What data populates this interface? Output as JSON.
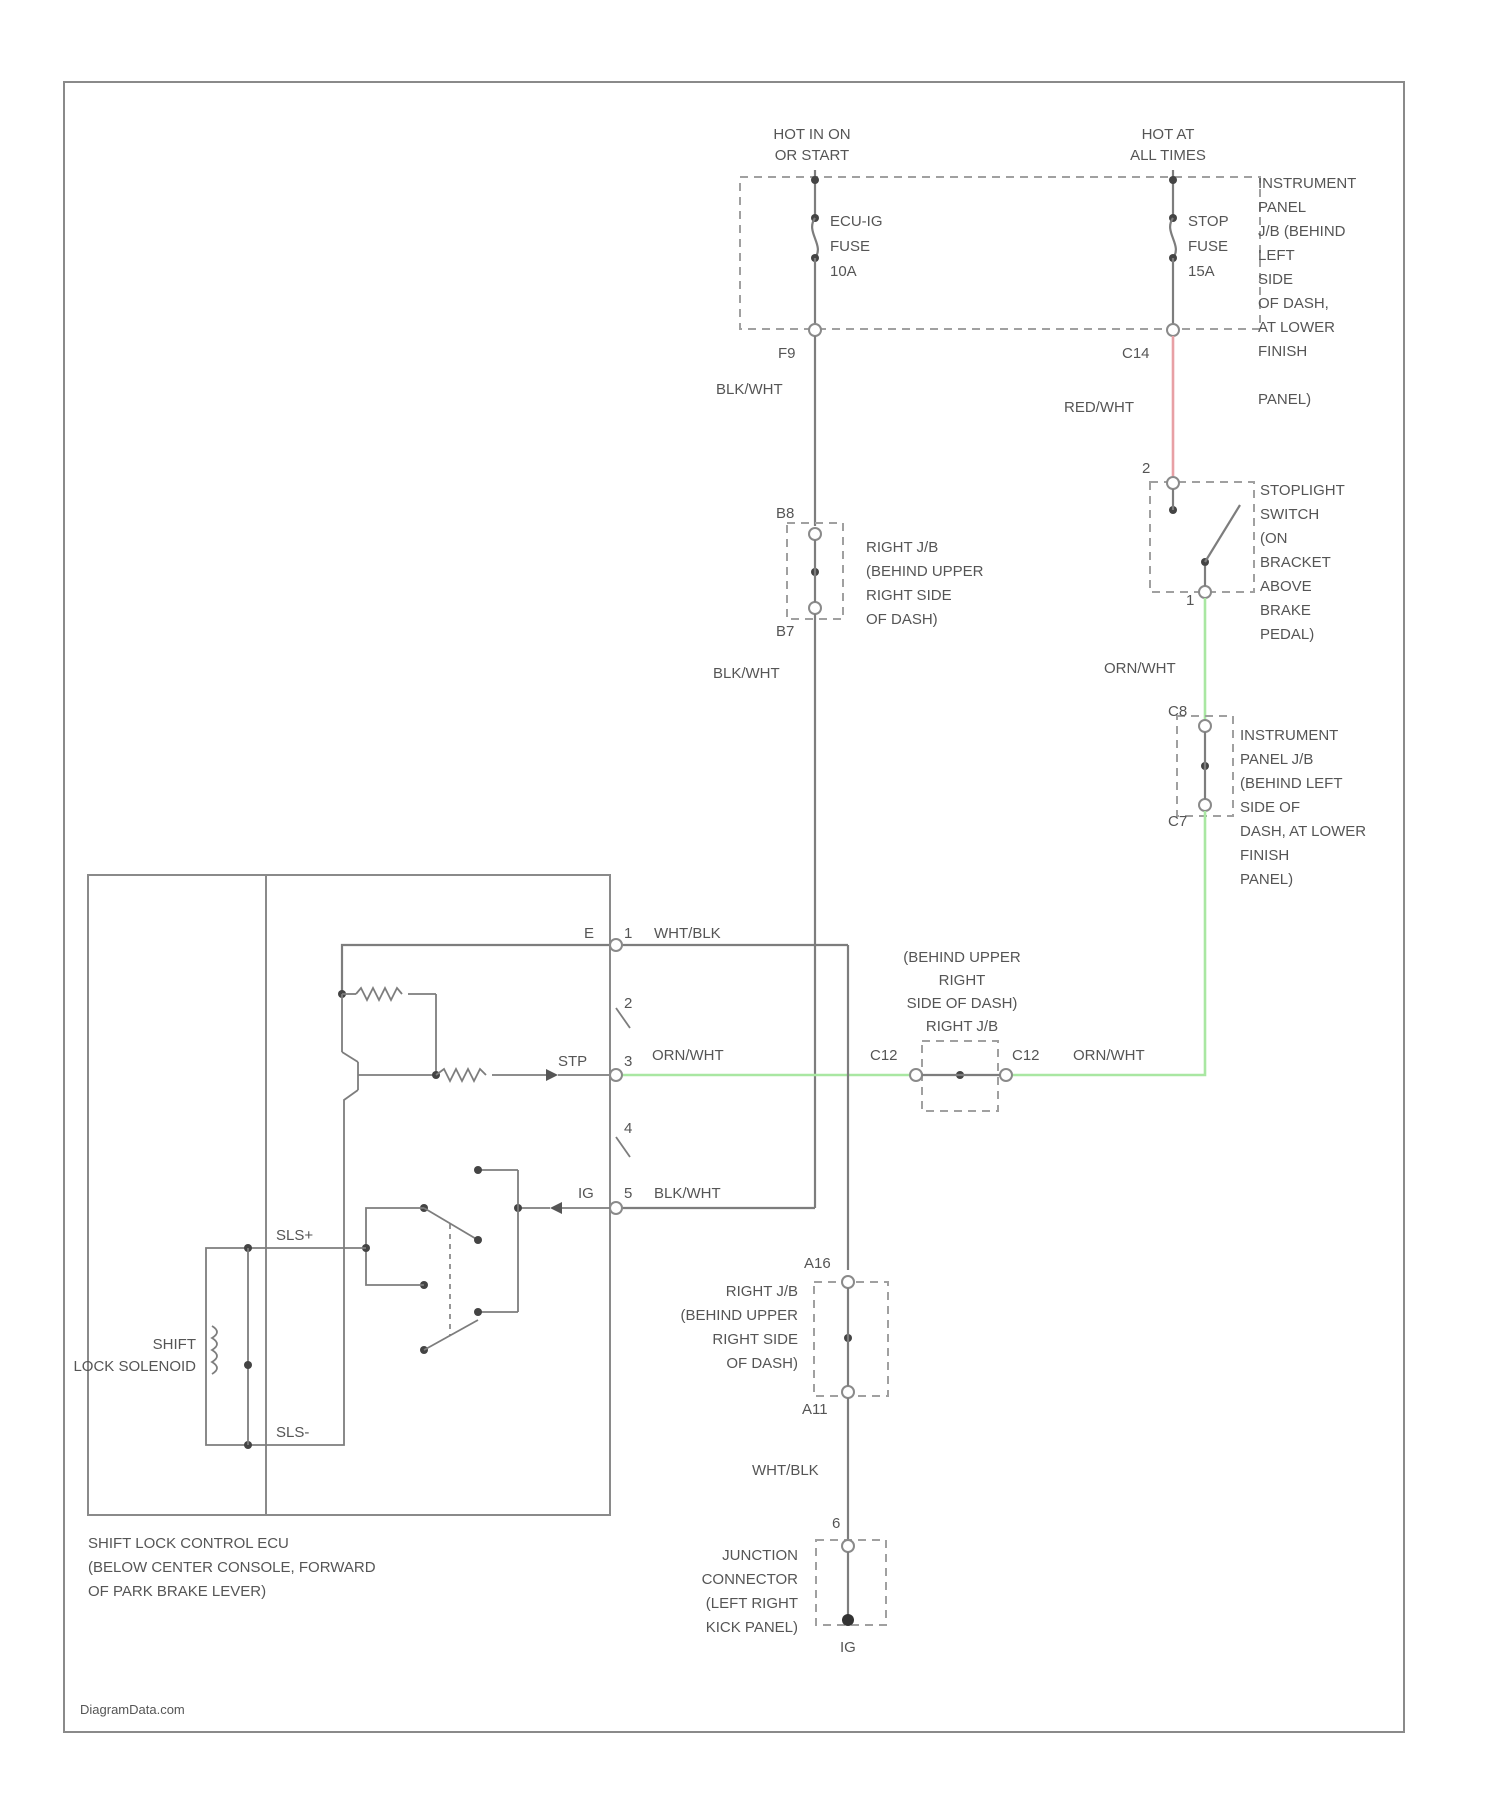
{
  "colors": {
    "wire": "#7d7d7d",
    "red_wire": "#e8a0a5",
    "green_wire": "#a9e7a2"
  },
  "sources": {
    "hot_run_start": [
      "HOT IN ON",
      "OR START"
    ],
    "hot_all_times": [
      "HOT AT",
      "ALL TIMES"
    ]
  },
  "fuses": {
    "ecu": [
      "ECU-IG",
      "FUSE",
      "10A"
    ],
    "stop": [
      "STOP",
      "FUSE",
      "15A"
    ]
  },
  "instrument_panel_jb_top": [
    "INSTRUMENT",
    "PANEL",
    "J/B (BEHIND",
    "LEFT",
    "SIDE",
    "OF DASH,",
    "AT LOWER",
    "FINISH",
    "",
    "PANEL)"
  ],
  "connectors": {
    "f9": "F9",
    "c14": "C14",
    "b8": "B8",
    "b7": "B7",
    "c8": "C8",
    "c7": "C7",
    "c12_left": "C12",
    "c12_right": "C12",
    "a16": "A16",
    "a11": "A11",
    "pin_6": "6",
    "pin_2": "2",
    "pin_1_stop": "1",
    "ground_id": "IG"
  },
  "wires": {
    "blk_wht_1": "BLK/WHT",
    "blk_wht_2": "BLK/WHT",
    "red_wht": "RED/WHT",
    "orn_wht_1": "ORN/WHT",
    "wht_blk_1": "WHT/BLK",
    "orn_wht_2": "ORN/WHT",
    "orn_wht_3": "ORN/WHT",
    "blk_wht_3": "BLK/WHT",
    "wht_blk_2": "WHT/BLK"
  },
  "right_jb_upper": [
    "RIGHT J/B",
    "(BEHIND UPPER",
    "RIGHT SIDE",
    "OF DASH)"
  ],
  "stoplight_switch": [
    "STOPLIGHT",
    "SWITCH",
    "(ON",
    "BRACKET",
    "ABOVE",
    "BRAKE",
    "PEDAL)"
  ],
  "instrument_panel_jb_mid": [
    "INSTRUMENT",
    "PANEL J/B",
    "(BEHIND LEFT",
    "SIDE OF",
    "DASH, AT LOWER",
    "FINISH",
    "PANEL)"
  ],
  "right_jb_mid": [
    "(BEHIND UPPER",
    "RIGHT",
    "SIDE OF DASH)",
    "RIGHT J/B"
  ],
  "ecu_pins": {
    "e": "E",
    "p1": "1",
    "p2": "2",
    "stp": "STP",
    "p3": "3",
    "p4": "4",
    "ig": "IG",
    "p5": "5"
  },
  "solenoid_pins": {
    "sls_plus": "SLS+",
    "sls_minus": "SLS-"
  },
  "shift_lock_solenoid": [
    "SHIFT",
    "LOCK SOLENOID"
  ],
  "right_jb_lower": [
    "RIGHT J/B",
    "(BEHIND UPPER",
    "RIGHT SIDE",
    "OF DASH)"
  ],
  "junction_connector": [
    "JUNCTION",
    "CONNECTOR",
    "(LEFT RIGHT",
    "KICK PANEL)"
  ],
  "ecu_caption": [
    "SHIFT LOCK CONTROL ECU",
    "(BELOW CENTER CONSOLE, FORWARD",
    "OF PARK BRAKE LEVER)"
  ],
  "watermark": "DiagramData.com"
}
